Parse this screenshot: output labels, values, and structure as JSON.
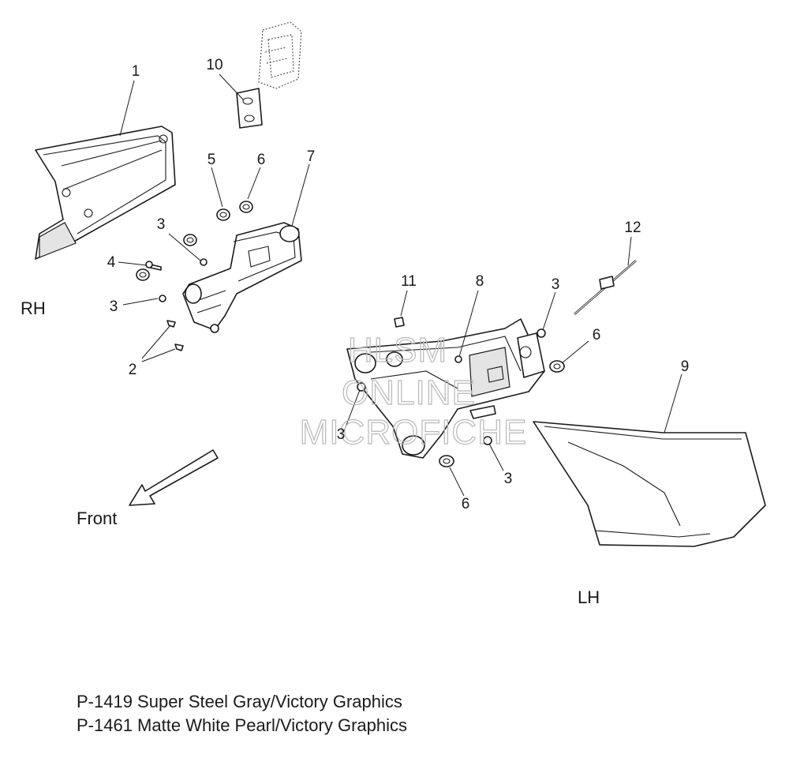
{
  "diagram": {
    "side_labels": {
      "rh": "RH",
      "lh": "LH"
    },
    "front_label": "Front",
    "callouts": {
      "c1": "1",
      "c2": "2",
      "c3a": "3",
      "c3b": "3",
      "c3c": "3",
      "c3d": "3",
      "c3e": "3",
      "c4": "4",
      "c5": "5",
      "c6a": "6",
      "c6b": "6",
      "c6c": "6",
      "c7": "7",
      "c8": "8",
      "c9": "9",
      "c10": "10",
      "c11": "11",
      "c12": "12"
    },
    "watermark": {
      "line1": "HLSM",
      "line2": "ONLINE",
      "line3": "MICROFICHE"
    }
  },
  "footer": {
    "line1": "P-1419 Super Steel Gray/Victory Graphics",
    "line2": "P-1461 Matte White Pearl/Victory Graphics"
  }
}
